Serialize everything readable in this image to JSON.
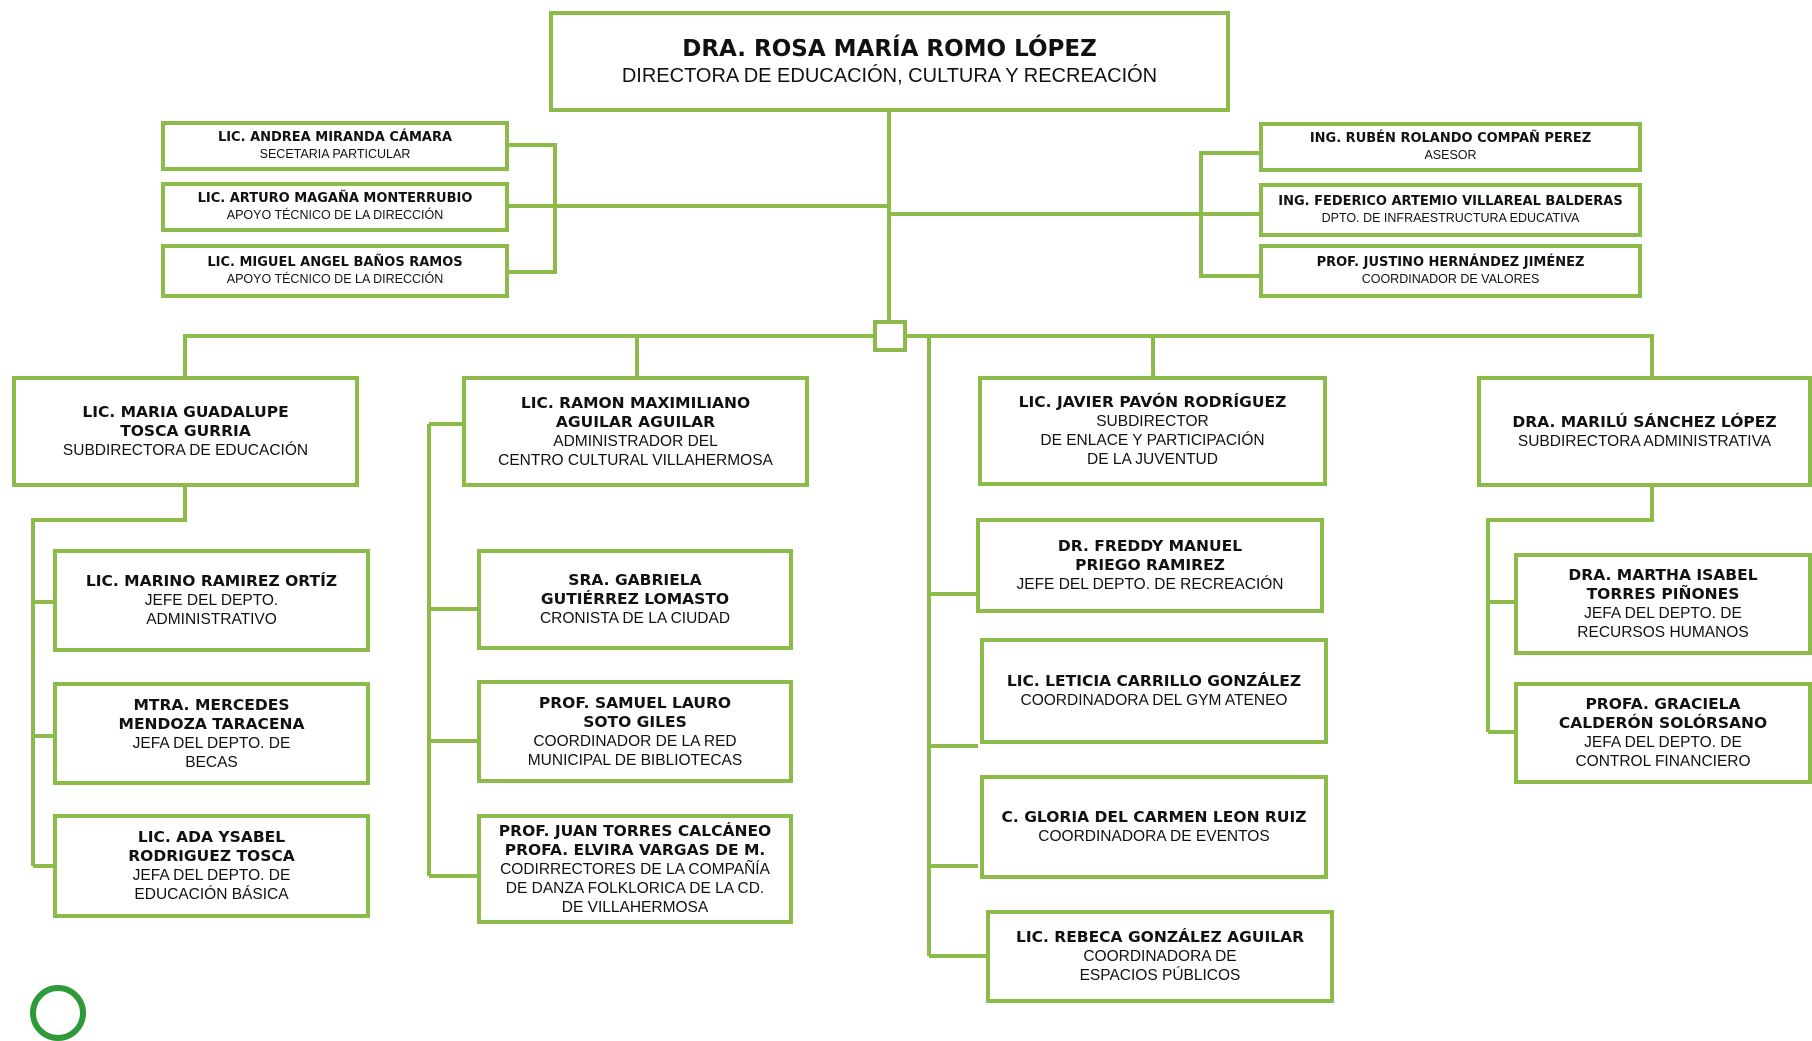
{
  "director": {
    "name": "DRA. ROSA MARÍA ROMO LÓPEZ",
    "role": "DIRECTORA DE EDUCACIÓN, CULTURA Y RECREACIÓN"
  },
  "staff_left": [
    {
      "name": "LIC. ANDREA MIRANDA CÁMARA",
      "role": "SECETARIA PARTICULAR"
    },
    {
      "name": "LIC. ARTURO MAGAÑA MONTERRUBIO",
      "role": "APOYO TÉCNICO DE LA DIRECCIÓN"
    },
    {
      "name": "LIC. MIGUEL ANGEL BAÑOS RAMOS",
      "role": "APOYO TÉCNICO DE LA DIRECCIÓN"
    }
  ],
  "staff_right": [
    {
      "name": "ING. RUBÉN ROLANDO COMPAÑ PEREZ",
      "role": "ASESOR"
    },
    {
      "name": "ING. FEDERICO ARTEMIO VILLAREAL BALDERAS",
      "role": "DPTO. DE INFRAESTRUCTURA EDUCATIVA"
    },
    {
      "name": "PROF. JUSTINO HERNÁNDEZ JIMÉNEZ",
      "role": "COORDINADOR DE VALORES"
    }
  ],
  "units": [
    {
      "name": "LIC. MARIA GUADALUPE\nTOSCA GURRIA",
      "role": "SUBDIRECTORA DE EDUCACIÓN",
      "children": [
        {
          "name": "LIC. MARINO RAMIREZ ORTÍZ",
          "role": "JEFE DEL DEPTO.\nADMINISTRATIVO"
        },
        {
          "name": "MTRA. MERCEDES\nMENDOZA TARACENA",
          "role": "JEFA DEL DEPTO. DE\nBECAS"
        },
        {
          "name": "LIC. ADA YSABEL\nRODRIGUEZ TOSCA",
          "role": "JEFA DEL DEPTO. DE\nEDUCACIÓN BÁSICA"
        }
      ]
    },
    {
      "name": "LIC. RAMON MAXIMILIANO\nAGUILAR AGUILAR",
      "role": "ADMINISTRADOR DEL\nCENTRO CULTURAL VILLAHERMOSA",
      "children": [
        {
          "name": "SRA. GABRIELA\nGUTIÉRREZ LOMASTO",
          "role": "CRONISTA DE LA CIUDAD"
        },
        {
          "name": "PROF. SAMUEL LAURO\nSOTO GILES",
          "role": "COORDINADOR DE LA RED\nMUNICIPAL DE BIBLIOTECAS"
        },
        {
          "name": "PROF. JUAN TORRES CALCÁNEO\nPROFA. ELVIRA VARGAS DE M.",
          "role": "CODIRRECTORES DE LA COMPAÑÍA\nDE DANZA FOLKLORICA DE LA CD.\nDE VILLAHERMOSA"
        }
      ]
    },
    {
      "name": "LIC. JAVIER PAVÓN RODRÍGUEZ",
      "role": "SUBDIRECTOR\nDE ENLACE Y PARTICIPACIÓN\nDE LA JUVENTUD",
      "children": [
        {
          "name": "DR. FREDDY MANUEL\nPRIEGO RAMIREZ",
          "role": "JEFE DEL DEPTO. DE RECREACIÓN"
        },
        {
          "name": "LIC. LETICIA CARRILLO GONZÁLEZ",
          "role": "COORDINADORA DEL GYM ATENEO"
        },
        {
          "name": "C. GLORIA DEL CARMEN LEON RUIZ",
          "role": "COORDINADORA DE EVENTOS"
        },
        {
          "name": "LIC. REBECA GONZÁLEZ AGUILAR",
          "role": "COORDINADORA DE\nESPACIOS PÚBLICOS"
        }
      ]
    },
    {
      "name": "DRA. MARILÚ SÁNCHEZ LÓPEZ",
      "role": "SUBDIRECTORA ADMINISTRATIVA",
      "children": [
        {
          "name": "DRA. MARTHA ISABEL\nTORRES PIÑONES",
          "role": "JEFA DEL DEPTO. DE\nRECURSOS HUMANOS"
        },
        {
          "name": "PROFA. GRACIELA\nCALDERÓN SOLÓRSANO",
          "role": "JEFA DEL DEPTO. DE\nCONTROL FINANCIERO"
        }
      ]
    }
  ],
  "colors": {
    "line": "#8dbb4a",
    "logo": "#2f9a3a"
  }
}
